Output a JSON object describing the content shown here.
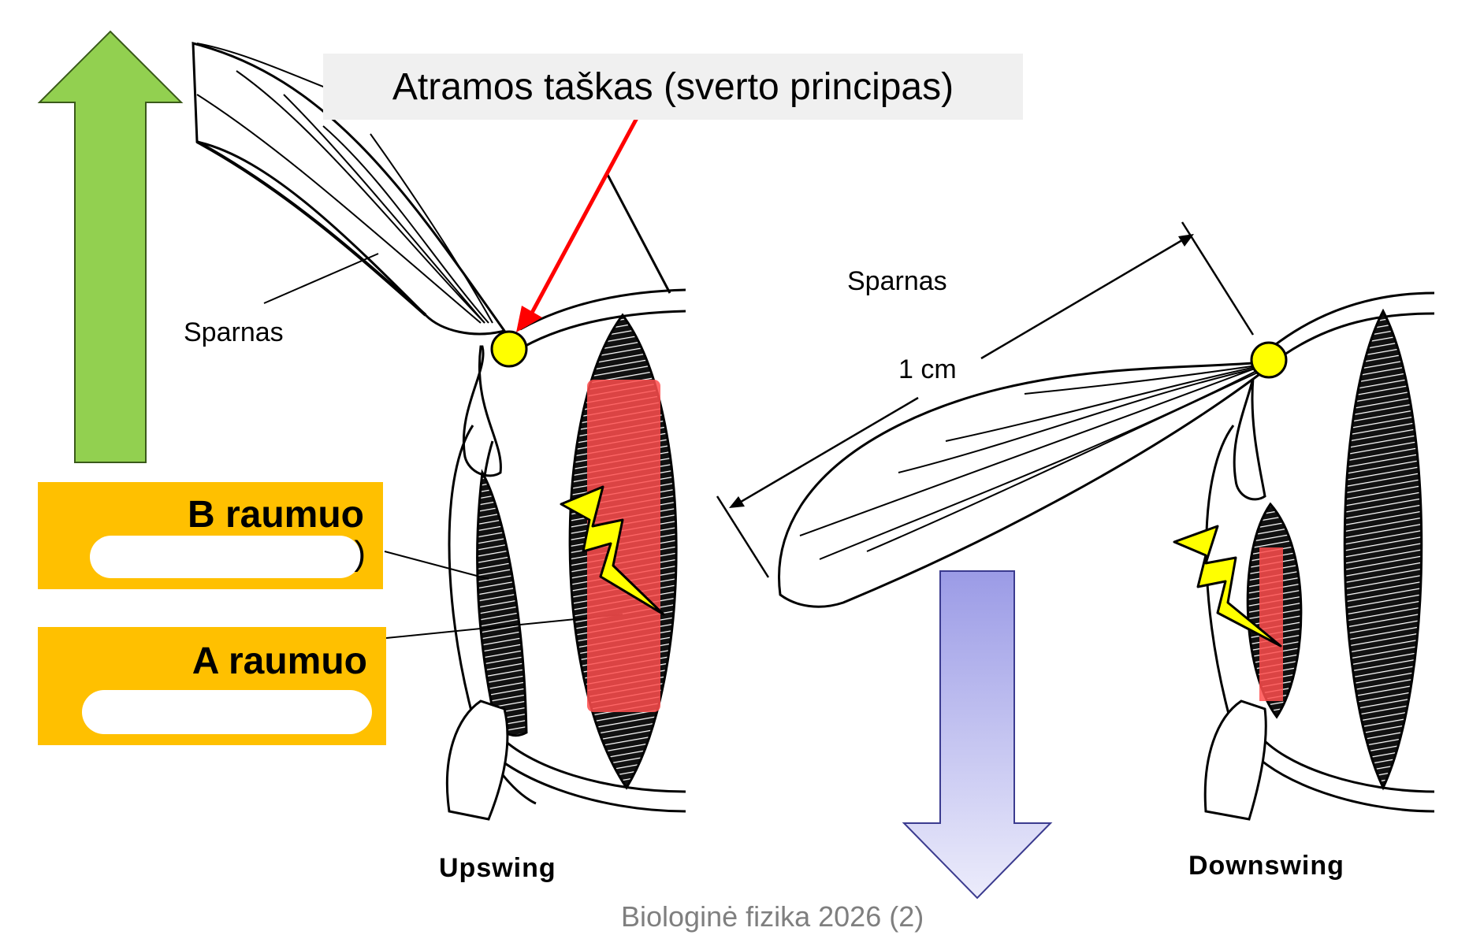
{
  "callout": {
    "text": "Atramos taškas (sverto principas)"
  },
  "left_panel": {
    "wing_label": "Sparnas",
    "caption": "Upswing"
  },
  "right_panel": {
    "wing_label": "Sparnas",
    "scale_label": "1 cm",
    "caption": "Downswing"
  },
  "muscle_labels": {
    "b": {
      "title": "B raumuo",
      "paren": ")"
    },
    "a": {
      "title": "A raumuo",
      "paren": ")"
    }
  },
  "footer": {
    "text": "Biologinė fizika 2026 (2)"
  },
  "colors": {
    "up_arrow": "#92d050",
    "down_arrow": "#a9a9e8",
    "label_box": "#ffc000",
    "pivot": "#ffff00",
    "active_muscle": "#ff4d4d",
    "pointer_arrow": "#ff0000",
    "lightning": "#ffff00"
  }
}
